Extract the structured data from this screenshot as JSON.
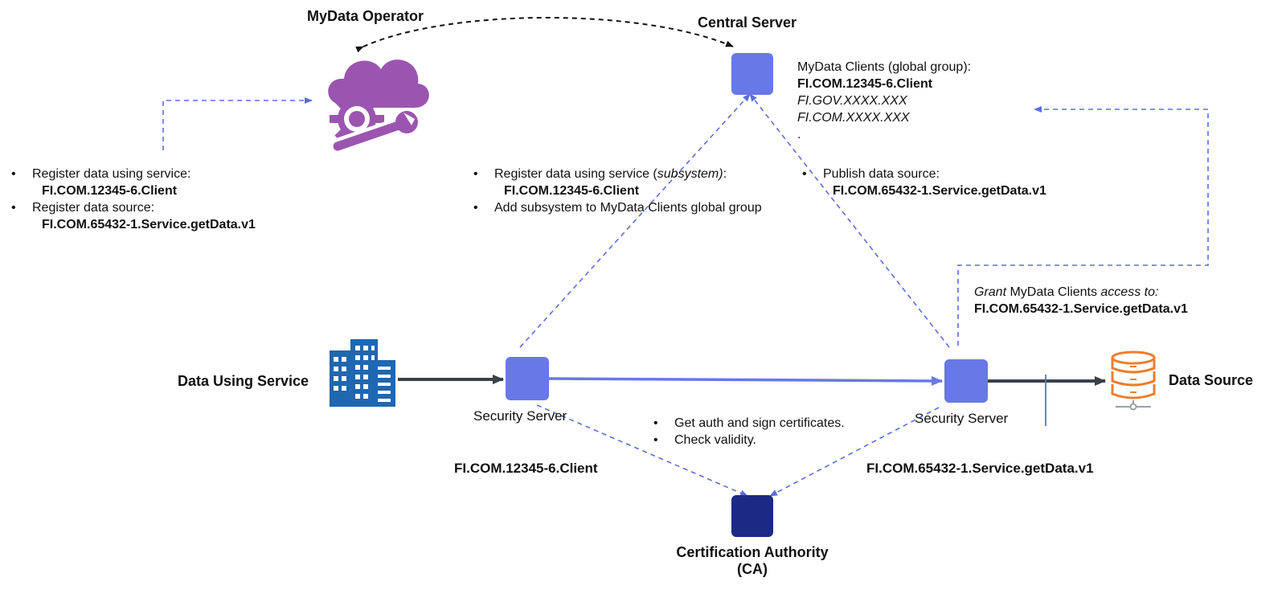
{
  "colors": {
    "security_server": "#6878e6",
    "central_server": "#6878e6",
    "ca": "#1c2a86",
    "dashed": "#5b6ee0",
    "operator": "#9b55b0",
    "building": "#1f67b1",
    "database": "#ef7d2c",
    "arrow_dark": "#3a4048"
  },
  "icons": {
    "operator": "cloud-gear-wrench-icon",
    "data_using_service": "office-building-icon",
    "data_source": "database-icon"
  },
  "nodes": {
    "mydata_operator": "MyData Operator",
    "central_server": "Central Server",
    "data_using_service": "Data Using Service",
    "data_source": "Data Source",
    "security_server_left": "Security Server",
    "security_server_right": "Security Server",
    "ca_line1": "Certification Authority",
    "ca_line2": "(CA)"
  },
  "global_group": {
    "heading": "MyData Clients (global group):",
    "members": [
      "FI.COM.12345-6.Client",
      "FI.GOV.XXXX.XXX",
      "FI.COM.XXXX.XXX",
      "."
    ]
  },
  "operator_notes": {
    "item1": "Register data using service:",
    "item1_value": "FI.COM.12345-6.Client",
    "item2": "Register data source:",
    "item2_value": "FI.COM.65432-1.Service.getData.v1"
  },
  "client_notes": {
    "item1_prefix": "Register data using service (",
    "item1_em": "subsystem)",
    "item1_suffix": ":",
    "item1_value": "FI.COM.12345-6.Client",
    "item2": "Add subsystem to MyData Clients global group"
  },
  "publish_note": {
    "item1": "Publish data source:",
    "item1_value": "FI.COM.65432-1.Service.getData.v1"
  },
  "grant_note": {
    "grant": "Grant",
    "middle": " MyData Clients ",
    "access": "access to:",
    "value": "FI.COM.65432-1.Service.getData.v1"
  },
  "ca_notes": {
    "item1": "Get auth and sign certificates.",
    "item2": "Check validity."
  },
  "left_id": "FI.COM.12345-6.Client",
  "right_id": "FI.COM.65432-1.Service.getData.v1"
}
